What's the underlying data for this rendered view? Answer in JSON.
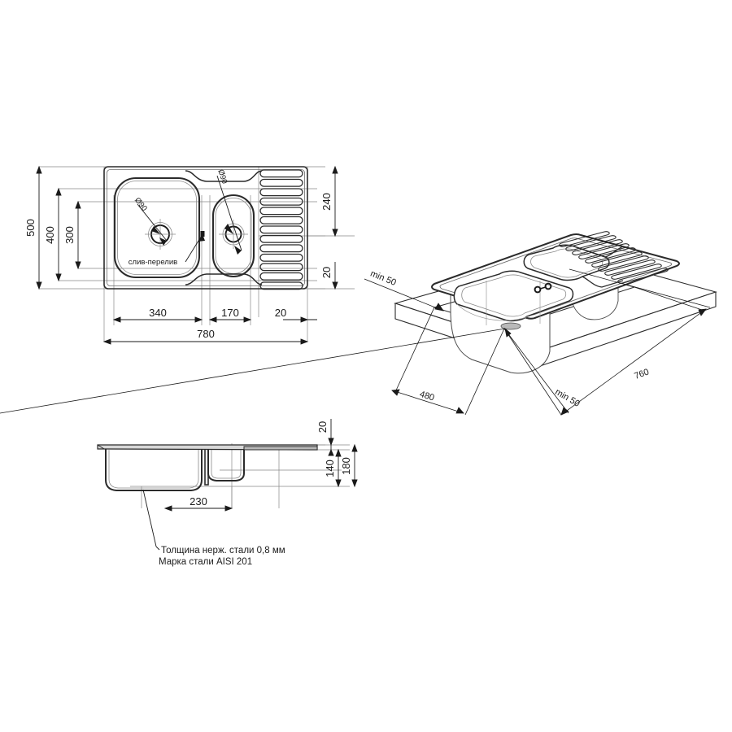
{
  "drawing": {
    "title": "Kitchen sink technical drawing",
    "line_color": "#2b2b2b",
    "dim_color": "#555555",
    "accent_color": "#000000"
  },
  "top_view": {
    "name": "top-plan-view",
    "dimensions": {
      "overall_width": "780",
      "overall_height": "500",
      "inner_height": "400",
      "bowl_height": "300",
      "main_bowl_width": "340",
      "small_bowl_width": "170",
      "edge_margin": "20",
      "drainboard_height": "240",
      "drainboard_offset": "20"
    },
    "labels": {
      "drain_main": "Ø90",
      "drain_small": "Ø90",
      "overflow": "слив-перелив"
    },
    "drainboard_rib_count": 13
  },
  "iso_view": {
    "name": "isometric-installation-view",
    "dimensions": {
      "cutout_depth": "480",
      "cutout_width": "760",
      "min_left": "min 50",
      "min_front": "min 50"
    }
  },
  "section_view": {
    "name": "side-section-view",
    "dimensions": {
      "rim_thickness": "20",
      "bowl_depth": "140",
      "total_depth": "180",
      "small_bowl_width": "230"
    },
    "notes": {
      "line1": "Толщина нерж. стали 0,8 мм",
      "line2": "Марка стали AISI 201"
    }
  }
}
